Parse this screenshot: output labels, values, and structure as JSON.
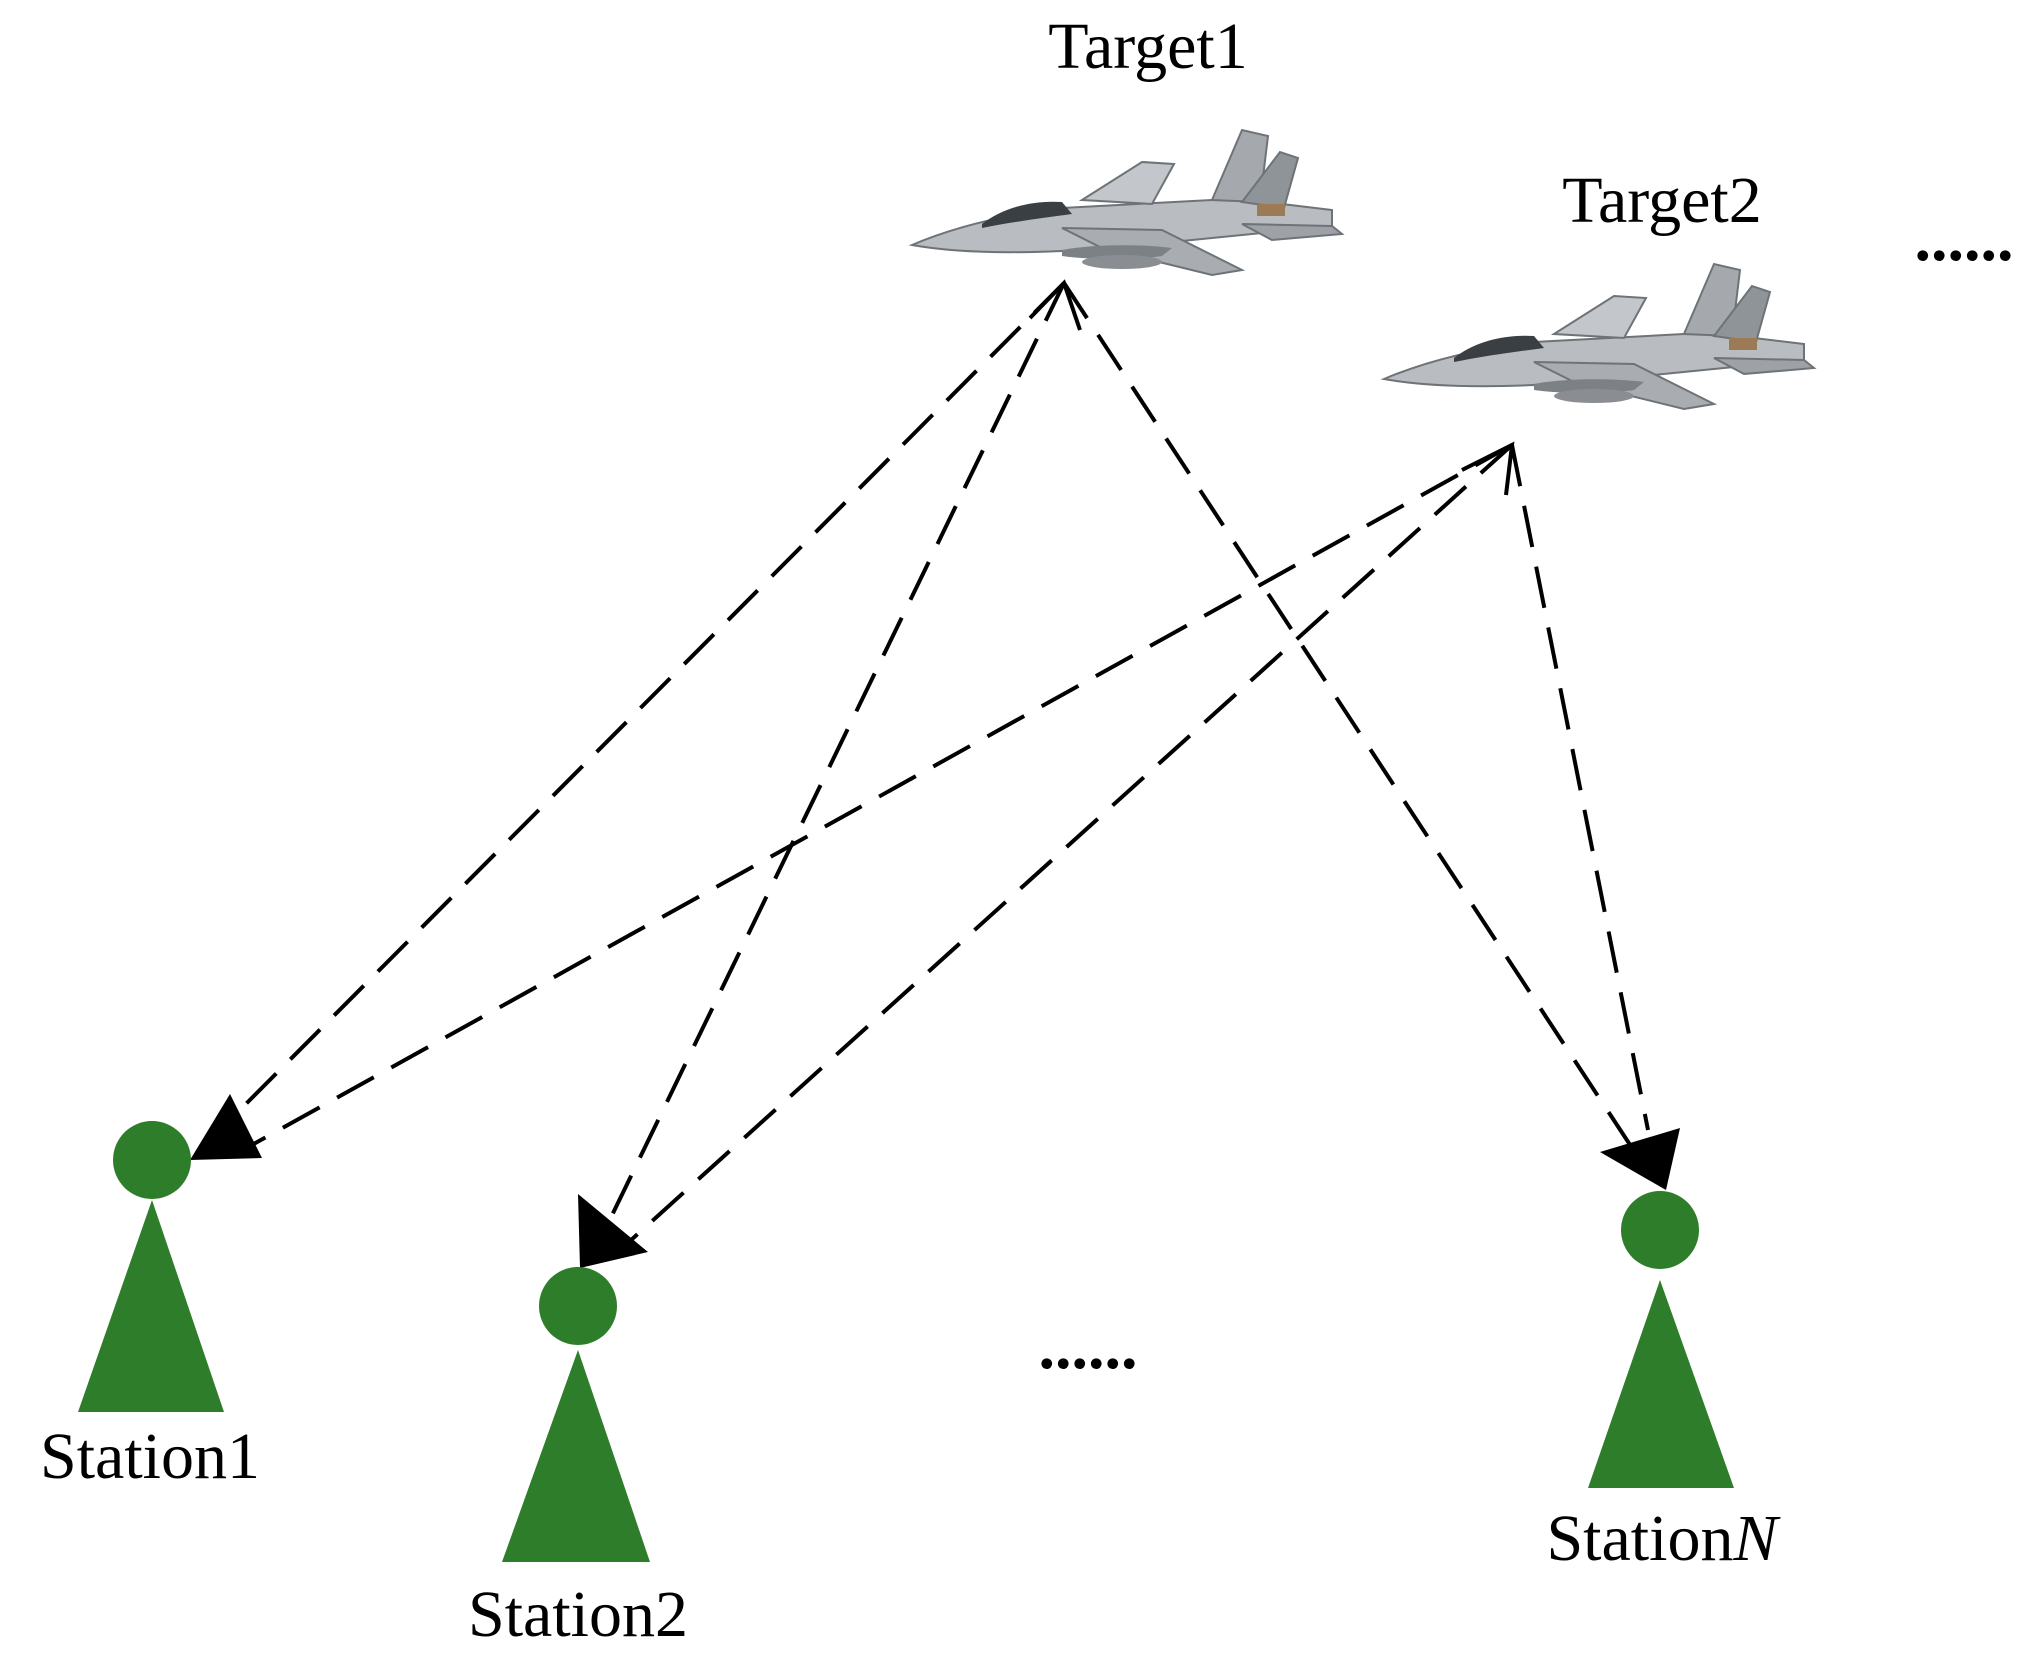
{
  "targets": [
    {
      "label": "Target1"
    },
    {
      "label": "Target2"
    }
  ],
  "stations": [
    {
      "label": "Station1"
    },
    {
      "label": "Station2"
    },
    {
      "label_prefix": "Station",
      "label_italic": "N"
    }
  ],
  "ellipsis_top_right": "......",
  "ellipsis_middle": "......",
  "colors": {
    "station_fill": "#2e7d2a",
    "arrow": "#000000",
    "jet_body": "#b9bcc0"
  },
  "icons": {
    "target": "fighter-jet-icon",
    "station": "station-icon"
  }
}
